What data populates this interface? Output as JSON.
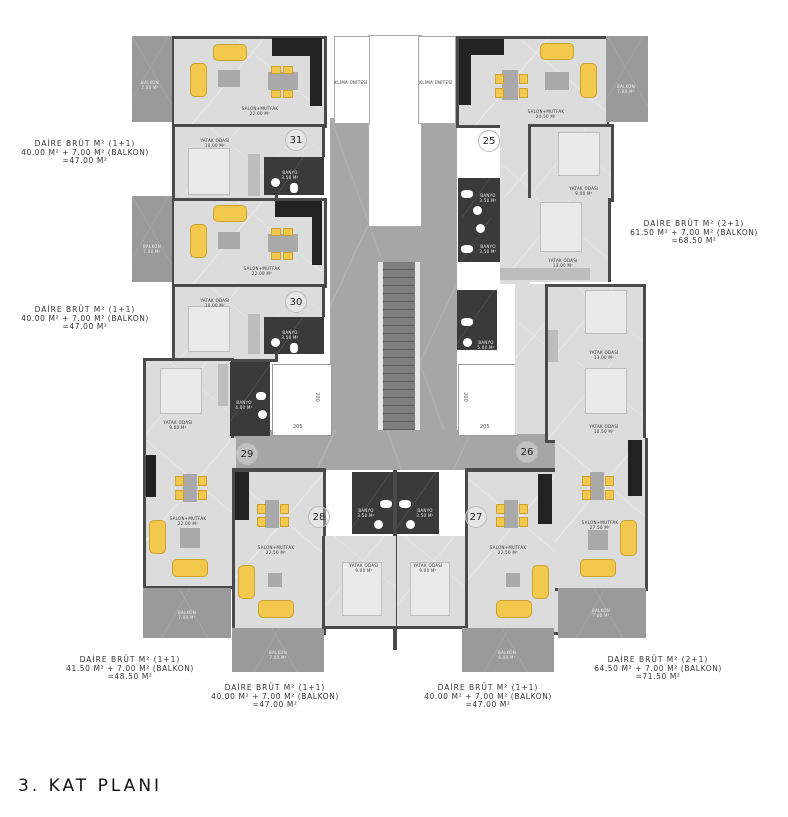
{
  "plan_title": "3. KAT PLANI",
  "units": [
    {
      "number": "31",
      "summary": {
        "line1": "DAİRE BRÜT M² (1+1)",
        "line2": "40.00 M² + 7.00 M² (BALKON)",
        "line3": "=47.00 M²"
      },
      "rooms": {
        "salon": "SALON+MUTFAK",
        "salon_area": "22.00 M²",
        "bedroom": "YATAK ODASI",
        "bedroom_area": "10.00 M²",
        "bath": "BANYO",
        "bath_area": "3.50 M²",
        "balcony": "BALKON",
        "balcony_area": "7.00 M²",
        "klima": "KLİMA ÜNİTESİ"
      }
    },
    {
      "number": "30",
      "summary": {
        "line1": "DAİRE BRÜT M² (1+1)",
        "line2": "40.00 M² + 7.00 M² (BALKON)",
        "line3": "=47.00 M²"
      },
      "rooms": {
        "salon": "SALON+MUTFAK",
        "salon_area": "22.00 M²",
        "bedroom": "YATAK ODASI",
        "bedroom_area": "10.00 M²",
        "bath": "BANYO",
        "bath_area": "3.50 M²",
        "balcony": "BALKON",
        "balcony_area": "7.00 M²"
      }
    },
    {
      "number": "29",
      "summary": {
        "line1": "DAİRE BRÜT M² (1+1)",
        "line2": "41.50 M² + 7.00 M² (BALKON)",
        "line3": "=48.50 M²"
      },
      "rooms": {
        "salon": "SALON+MUTFAK",
        "salon_area": "22.00 M²",
        "bedroom": "YATAK ODASI",
        "bedroom_area": "9.00 M²",
        "bath": "BANYO",
        "bath_area": "4.00 M²",
        "balcony": "BALKON",
        "balcony_area": "7.00 M²"
      }
    },
    {
      "number": "28",
      "summary": {
        "line1": "DAİRE BRÜT M² (1+1)",
        "line2": "40.00 M² + 7.00 M² (BALKON)",
        "line3": "=47.00 M²"
      },
      "rooms": {
        "salon": "SALON+MUTFAK",
        "salon_area": "22.50 M²",
        "bedroom": "YATAK ODASI",
        "bedroom_area": "9.00 M²",
        "bath": "BANYO",
        "bath_area": "3.50 M²",
        "balcony": "BALKON",
        "balcony_area": "7.00 M²"
      }
    },
    {
      "number": "27",
      "summary": {
        "line1": "DAİRE BRÜT M² (1+1)",
        "line2": "40.00 M² + 7.00 M² (BALKON)",
        "line3": "=47.00 M²"
      },
      "rooms": {
        "salon": "SALON+MUTFAK",
        "salon_area": "22.50 M²",
        "bedroom": "YATAK ODASI",
        "bedroom_area": "9.00 M²",
        "bath": "BANYO",
        "bath_area": "3.50 M²",
        "balcony": "BALKON",
        "balcony_area": "6.00 M²"
      }
    },
    {
      "number": "26",
      "summary": {
        "line1": "DAİRE BRÜT M² (2+1)",
        "line2": "64.50 M² + 7.00 M² (BALKON)",
        "line3": "=71.50 M²"
      },
      "rooms": {
        "salon": "SALON+MUTFAK",
        "salon_area": "27.50 M²",
        "bedroom1": "YATAK ODASI",
        "bedroom1_area": "13.00 M²",
        "bedroom2": "YATAK ODASI",
        "bedroom2_area": "10.50 M²",
        "bath": "BANYO",
        "bath_area": "5.00 M²",
        "balcony": "BALKON",
        "balcony_area": "7.00 M²"
      }
    },
    {
      "number": "25",
      "summary": {
        "line1": "DAİRE BRÜT M² (2+1)",
        "line2": "61.50 M² + 7.00 M² (BALKON)",
        "line3": "=68.50 M²"
      },
      "rooms": {
        "salon": "SALON+MUTFAK",
        "salon_area": "24.50 M²",
        "bedroom1": "YATAK ODASI",
        "bedroom1_area": "9.00 M²",
        "bedroom2": "YATAK ODASI",
        "bedroom2_area": "13.00 M²",
        "bath1": "BANYO",
        "bath1_area": "3.50 M²",
        "bath2": "BANYO",
        "bath2_area": "3.50 M²",
        "balcony": "BALKON",
        "balcony_area": "7.00 M²",
        "klima": "KLİMA ÜNİTESİ"
      }
    }
  ],
  "elevators": [
    {
      "width": "205",
      "depth": "200"
    },
    {
      "width": "205",
      "depth": "200"
    }
  ]
}
